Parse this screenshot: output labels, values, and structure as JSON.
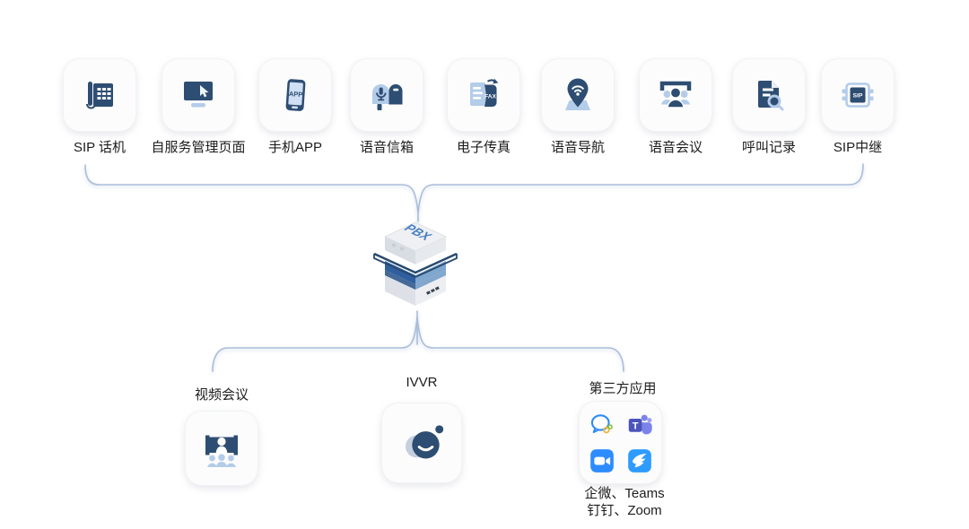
{
  "diagram": {
    "top_row": {
      "items": [
        {
          "label": "SIP 话机",
          "icon": "sip-phone-icon"
        },
        {
          "label": "自服务管理页面",
          "icon": "monitor-cursor-icon"
        },
        {
          "label": "手机APP",
          "icon": "mobile-app-icon"
        },
        {
          "label": "语音信箱",
          "icon": "voicemail-icon"
        },
        {
          "label": "电子传真",
          "icon": "efax-icon"
        },
        {
          "label": "语音导航",
          "icon": "voice-navigation-icon"
        },
        {
          "label": "语音会议",
          "icon": "voice-conference-icon"
        },
        {
          "label": "呼叫记录",
          "icon": "call-log-icon"
        },
        {
          "label": "SIP中继",
          "icon": "sip-trunk-icon"
        }
      ]
    },
    "center": {
      "label": "PBX",
      "icon": "pbx-server-icon"
    },
    "bottom_row": {
      "items": [
        {
          "label": "视频会议",
          "icon": "video-conference-icon"
        },
        {
          "label": "IVVR",
          "icon": "ivvr-icon"
        },
        {
          "label": "第三方应用",
          "icon": "third-party-apps-icon",
          "sub_line1": "企微、Teams",
          "sub_line2": "钉钉、Zoom",
          "app_icons": [
            "wecom-icon",
            "teams-icon",
            "zoom-icon",
            "dingtalk-icon"
          ]
        }
      ]
    },
    "icon_texts": {
      "mobile_app": "APP",
      "efax": "FAX",
      "sip_trunk": "SIP"
    },
    "colors": {
      "icon_dark": "#2e4d72",
      "icon_light": "#b3cce9",
      "connector_line": "#a9bdd9",
      "pbx_text_blue": "#4a7fc1",
      "teams_purple": "#4b53bc",
      "wecom_blue": "#2e8bf7",
      "zoom_blue": "#2d8cff",
      "dingtalk_blue": "#2e9bff"
    }
  }
}
